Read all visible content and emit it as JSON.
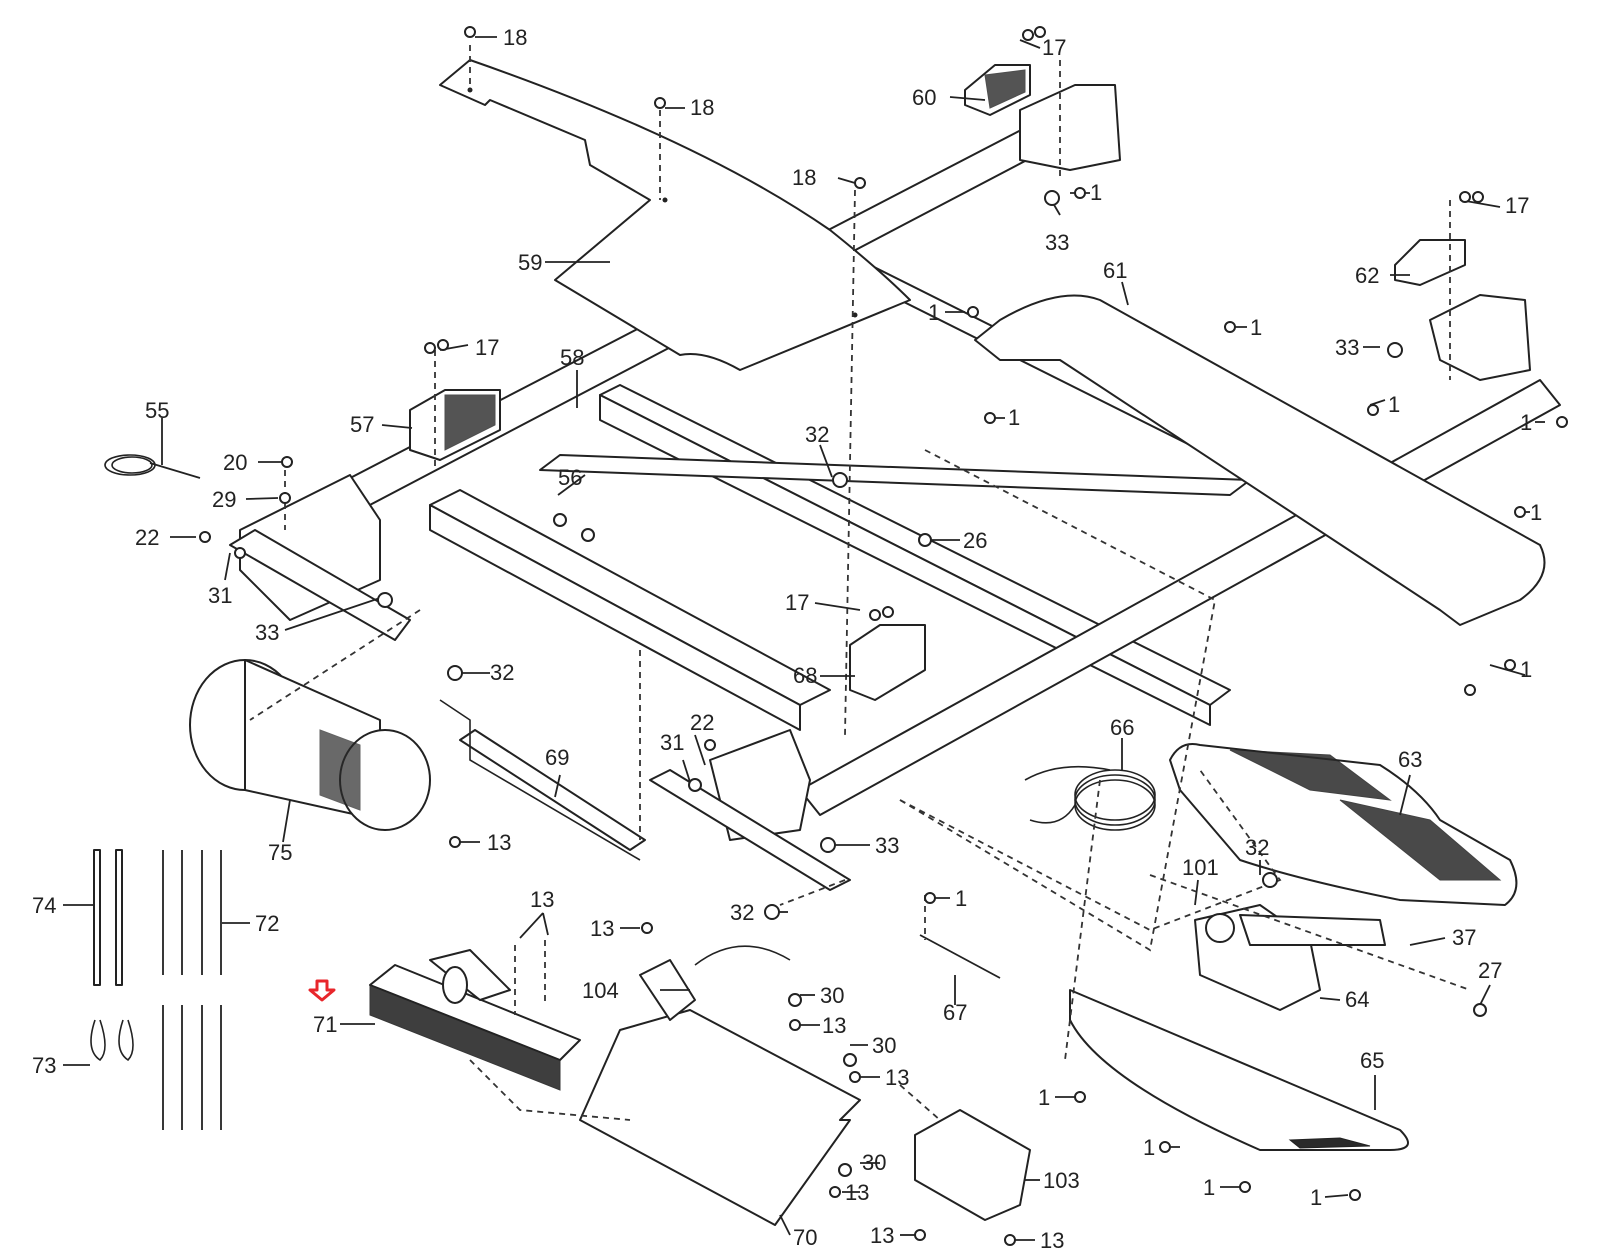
{
  "diagram": {
    "title": "Treadmill frame exploded parts diagram",
    "highlight": {
      "part": "71",
      "marker": "down-arrow",
      "color": "#e8262b"
    },
    "callouts": [
      {
        "id": "c18a",
        "label": "18"
      },
      {
        "id": "c18b",
        "label": "18"
      },
      {
        "id": "c18c",
        "label": "18"
      },
      {
        "id": "c17a",
        "label": "17"
      },
      {
        "id": "c60",
        "label": "60"
      },
      {
        "id": "c1a",
        "label": "1"
      },
      {
        "id": "c33a",
        "label": "33"
      },
      {
        "id": "c17b",
        "label": "17"
      },
      {
        "id": "c62",
        "label": "62"
      },
      {
        "id": "c59",
        "label": "59"
      },
      {
        "id": "c61",
        "label": "61"
      },
      {
        "id": "c1b",
        "label": "1"
      },
      {
        "id": "c1c",
        "label": "1"
      },
      {
        "id": "c33b",
        "label": "33"
      },
      {
        "id": "c17c",
        "label": "17"
      },
      {
        "id": "c58",
        "label": "58"
      },
      {
        "id": "c1d",
        "label": "1"
      },
      {
        "id": "c1e",
        "label": "1"
      },
      {
        "id": "c1f",
        "label": "1"
      },
      {
        "id": "c55",
        "label": "55"
      },
      {
        "id": "c57",
        "label": "57"
      },
      {
        "id": "c32a",
        "label": "32"
      },
      {
        "id": "c20",
        "label": "20"
      },
      {
        "id": "c56",
        "label": "56"
      },
      {
        "id": "c29",
        "label": "29"
      },
      {
        "id": "c22a",
        "label": "22"
      },
      {
        "id": "c26",
        "label": "26"
      },
      {
        "id": "c1g",
        "label": "1"
      },
      {
        "id": "c31a",
        "label": "31"
      },
      {
        "id": "c33c",
        "label": "33"
      },
      {
        "id": "c17d",
        "label": "17"
      },
      {
        "id": "c32b",
        "label": "32"
      },
      {
        "id": "c68",
        "label": "68"
      },
      {
        "id": "c1h",
        "label": "1"
      },
      {
        "id": "c22b",
        "label": "22"
      },
      {
        "id": "c31b",
        "label": "31"
      },
      {
        "id": "c69",
        "label": "69"
      },
      {
        "id": "c66",
        "label": "66"
      },
      {
        "id": "c63",
        "label": "63"
      },
      {
        "id": "c13a",
        "label": "13"
      },
      {
        "id": "c75",
        "label": "75"
      },
      {
        "id": "c33d",
        "label": "33"
      },
      {
        "id": "c32c",
        "label": "32"
      },
      {
        "id": "c101",
        "label": "101"
      },
      {
        "id": "c74",
        "label": "74"
      },
      {
        "id": "c72",
        "label": "72"
      },
      {
        "id": "c13b",
        "label": "13"
      },
      {
        "id": "c1i",
        "label": "1"
      },
      {
        "id": "c32d",
        "label": "32"
      },
      {
        "id": "c13c",
        "label": "13"
      },
      {
        "id": "c37",
        "label": "37"
      },
      {
        "id": "c27",
        "label": "27"
      },
      {
        "id": "c104",
        "label": "104"
      },
      {
        "id": "c30a",
        "label": "30"
      },
      {
        "id": "c64",
        "label": "64"
      },
      {
        "id": "c71",
        "label": "71"
      },
      {
        "id": "c13d",
        "label": "13"
      },
      {
        "id": "c67",
        "label": "67"
      },
      {
        "id": "c30b",
        "label": "30"
      },
      {
        "id": "c73",
        "label": "73"
      },
      {
        "id": "c13e",
        "label": "13"
      },
      {
        "id": "c65",
        "label": "65"
      },
      {
        "id": "c1j",
        "label": "1"
      },
      {
        "id": "c1k",
        "label": "1"
      },
      {
        "id": "c30c",
        "label": "30"
      },
      {
        "id": "c103",
        "label": "103"
      },
      {
        "id": "c13f",
        "label": "13"
      },
      {
        "id": "c1l",
        "label": "1"
      },
      {
        "id": "c1m",
        "label": "1"
      },
      {
        "id": "c70",
        "label": "70"
      },
      {
        "id": "c13g",
        "label": "13"
      },
      {
        "id": "c13h",
        "label": "13"
      }
    ]
  }
}
